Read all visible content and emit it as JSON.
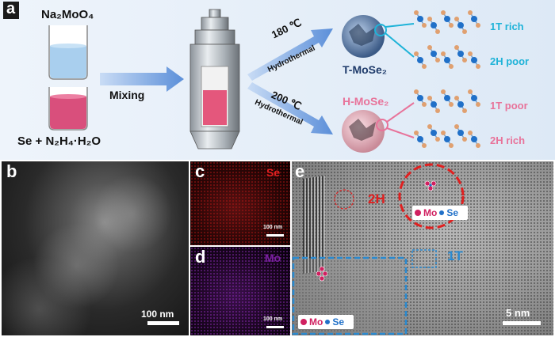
{
  "panel_a": {
    "letter": "a",
    "top_reagent": "Na₂MoO₄",
    "bottom_reagent": "Se + N₂H₄·H₂O",
    "mixing": "Mixing",
    "route1": {
      "temp": "180 ℃",
      "method": "Hydrothermal",
      "product": "T-MoSe₂",
      "phase_top": "1T rich",
      "phase_bottom": "2H poor"
    },
    "route2": {
      "temp": "200 ℃",
      "method": "Hydrothermal",
      "product": "H-MoSe₂",
      "phase_top": "1T poor",
      "phase_bottom": "2H rich"
    }
  },
  "panel_b": {
    "letter": "b",
    "scale": "100 nm"
  },
  "panel_c": {
    "letter": "c",
    "element": "Se",
    "scale": "100 nm"
  },
  "panel_d": {
    "letter": "d",
    "element": "Mo",
    "scale": "100 nm"
  },
  "panel_e": {
    "letter": "e",
    "label_2h": "2H",
    "label_1t": "1T",
    "legend_mo": "Mo",
    "legend_se": "Se",
    "scale": "5 nm"
  },
  "colors": {
    "accent_cyan": "#1fb3d8",
    "accent_pink": "#e8739a",
    "mo_dot": "#2070c8",
    "se_dot": "#e0a070",
    "red_dash": "#e02020",
    "blue_dash": "#2a8ad0",
    "se_map": "#c01818",
    "mo_map": "#7a1fa0"
  }
}
